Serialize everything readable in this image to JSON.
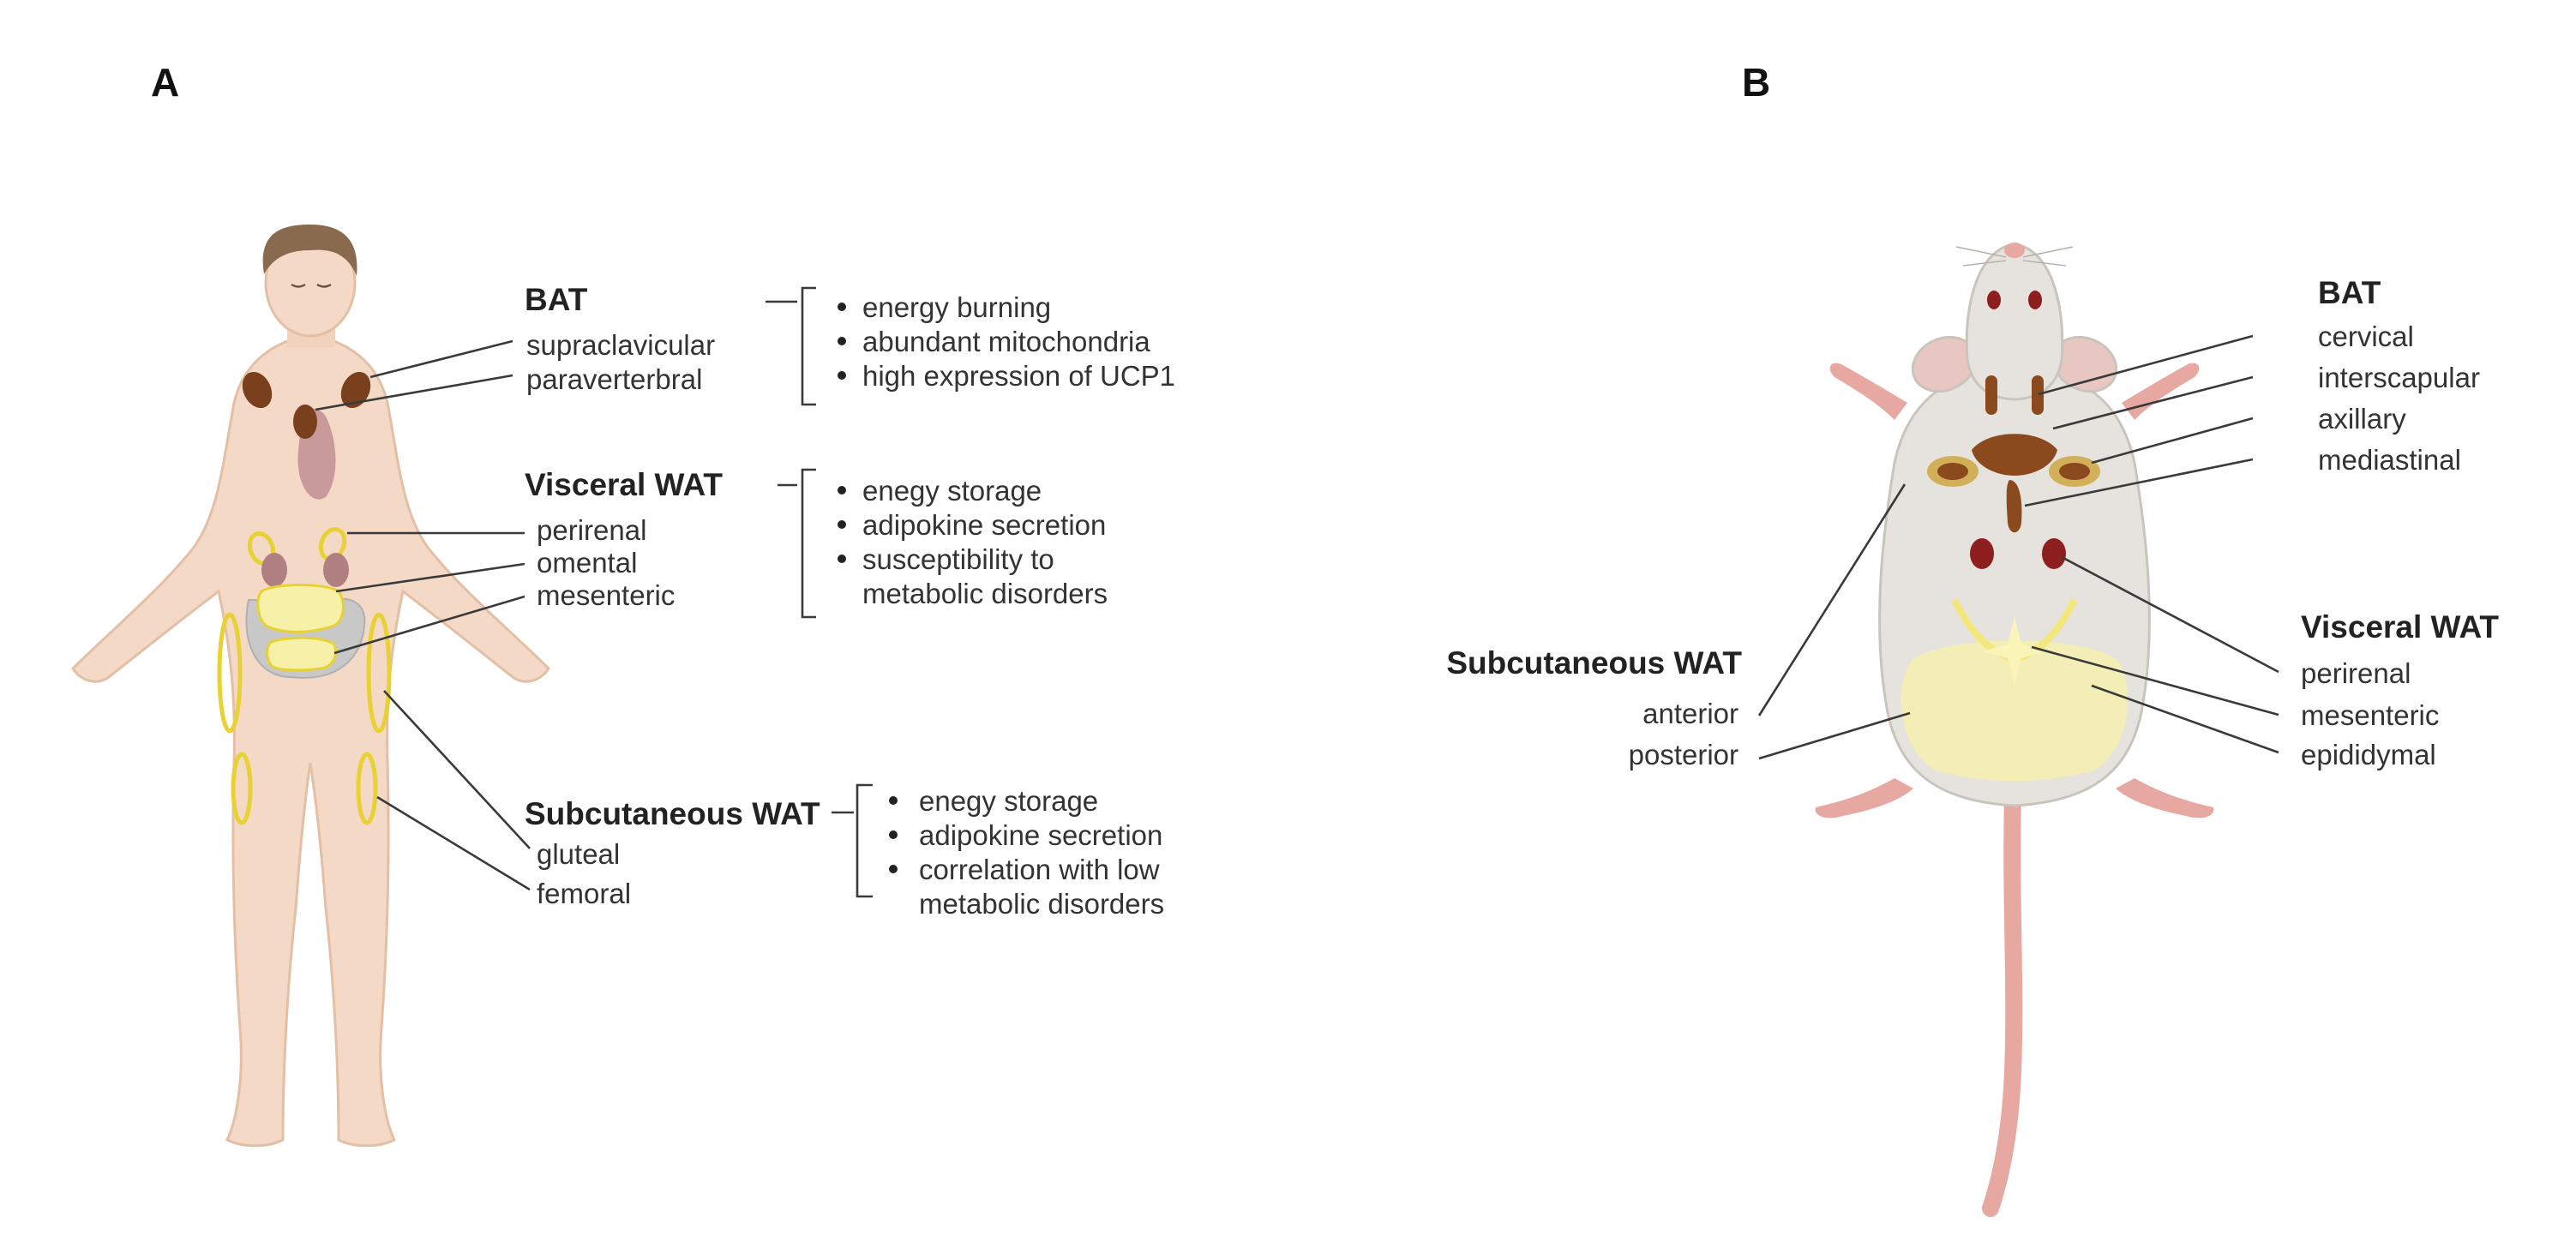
{
  "panels": {
    "A": {
      "letter": "A",
      "bat": {
        "header": "BAT",
        "depots": [
          "supraclavicular",
          "paraverterbral"
        ],
        "features": [
          "energy burning",
          "abundant mitochondria",
          "high expression of UCP1"
        ]
      },
      "visceral": {
        "header": "Visceral WAT",
        "depots": [
          "perirenal",
          "omental",
          "mesenteric"
        ],
        "features": [
          "enegy storage",
          "adipokine secretion",
          "susceptibility to",
          "metabolic disorders"
        ]
      },
      "subcutaneous": {
        "header": "Subcutaneous WAT",
        "depots": [
          "gluteal",
          "femoral"
        ],
        "features": [
          "enegy storage",
          "adipokine secretion",
          "correlation with low",
          "metabolic disorders"
        ]
      }
    },
    "B": {
      "letter": "B",
      "bat": {
        "header": "BAT",
        "depots": [
          "cervical",
          "interscapular",
          "axillary",
          "mediastinal"
        ]
      },
      "visceral": {
        "header": "Visceral WAT",
        "depots": [
          "perirenal",
          "mesenteric",
          "epididymal"
        ]
      },
      "subcutaneous": {
        "header": "Subcutaneous WAT",
        "depots": [
          "anterior",
          "posterior"
        ]
      }
    }
  },
  "colors": {
    "skin": "#f3d9c6",
    "skin_edge": "#e3bfa6",
    "hair": "#8a6a4e",
    "brown_fat": "#7a3f1c",
    "white_fat": "#f7f0a8",
    "white_fat_edge": "#e8d233",
    "heart": "#c99a9a",
    "kidney": "#b07f7f",
    "intestine": "#c8c8c8",
    "mouse_fur": "#e6e3de",
    "mouse_fur_edge": "#c9c4bc",
    "mouse_pink": "#e8a8a2",
    "mouse_red": "#8e1f1f"
  }
}
